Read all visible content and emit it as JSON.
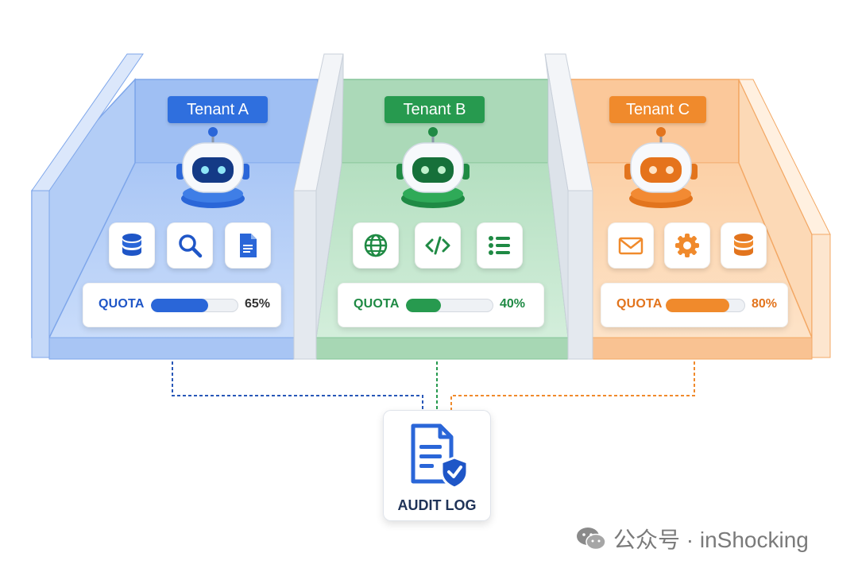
{
  "tenants": [
    {
      "label": "Tenant A",
      "color": "#2f6fde",
      "quota_label": "QUOTA",
      "quota_value": 0.65,
      "quota_text": "65%",
      "icons": [
        "database-icon",
        "search-icon",
        "document-icon"
      ]
    },
    {
      "label": "Tenant B",
      "color": "#279a4f",
      "quota_label": "QUOTA",
      "quota_value": 0.4,
      "quota_text": "40%",
      "icons": [
        "globe-icon",
        "code-icon",
        "list-icon"
      ]
    },
    {
      "label": "Tenant C",
      "color": "#f08a2c",
      "quota_label": "QUOTA",
      "quota_value": 0.8,
      "quota_text": "80%",
      "icons": [
        "mail-icon",
        "gear-icon",
        "database-icon"
      ]
    }
  ],
  "audit": {
    "label": "AUDIT LOG",
    "icon": "audit-document-shield-icon"
  },
  "watermark": {
    "text": "公众号 · inShocking",
    "icon": "wechat-icon"
  }
}
